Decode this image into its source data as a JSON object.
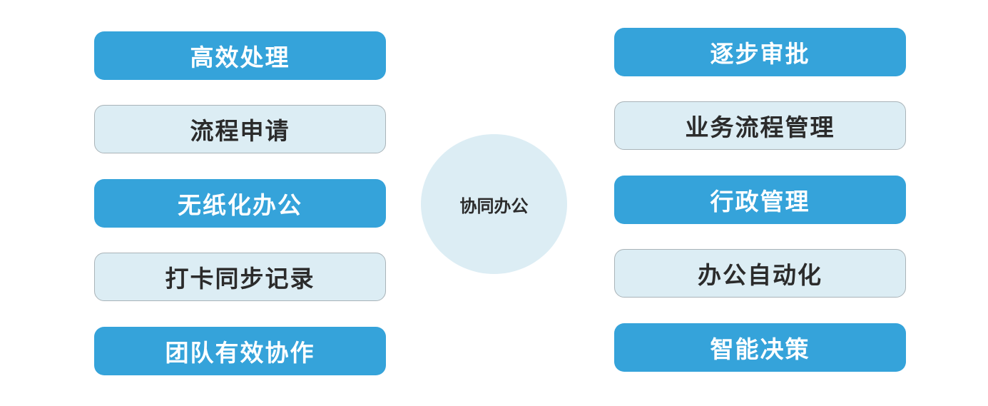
{
  "hub": {
    "label": "协同办公"
  },
  "left_items": [
    {
      "label": "高效处理",
      "style": "primary"
    },
    {
      "label": "流程申请",
      "style": "secondary"
    },
    {
      "label": "无纸化办公",
      "style": "primary"
    },
    {
      "label": "打卡同步记录",
      "style": "secondary"
    },
    {
      "label": "团队有效协作",
      "style": "primary"
    }
  ],
  "right_items": [
    {
      "label": "逐步审批",
      "style": "primary"
    },
    {
      "label": "业务流程管理",
      "style": "secondary"
    },
    {
      "label": "行政管理",
      "style": "primary"
    },
    {
      "label": "办公自动化",
      "style": "secondary"
    },
    {
      "label": "智能决策",
      "style": "primary"
    }
  ],
  "colors": {
    "primary_fill": "#35a3da",
    "secondary_fill": "#dcedf4",
    "hub_fill": "#dcedf4",
    "primary_text": "#ffffff",
    "secondary_text": "#2b2b2b"
  }
}
